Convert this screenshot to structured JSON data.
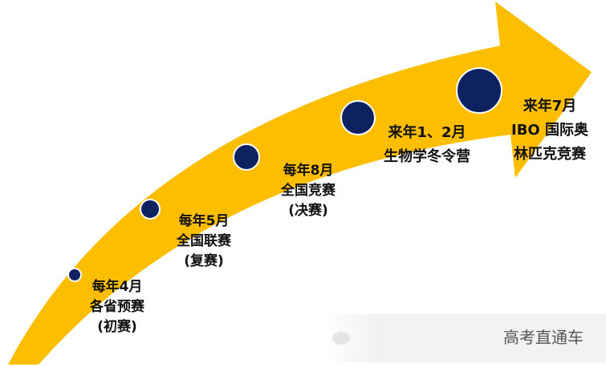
{
  "colors": {
    "arrow": "#FDBE00",
    "milestone": "#0E2160"
  },
  "milestones": [
    {
      "lines": [
        "每年4月",
        "各省预赛",
        "(初赛)"
      ]
    },
    {
      "lines": [
        "每年5月",
        "全国联赛",
        "(复赛)"
      ]
    },
    {
      "lines": [
        "每年8月",
        "全国竞赛",
        "(决赛)"
      ]
    },
    {
      "lines": [
        "来年1、2月",
        "生物学冬令营"
      ]
    },
    {
      "lines": [
        "来年7月",
        "IBO 国际奥",
        "林匹克竞赛"
      ]
    }
  ],
  "watermark": {
    "text": "高考直通车",
    "icon": "wechat-icon"
  }
}
